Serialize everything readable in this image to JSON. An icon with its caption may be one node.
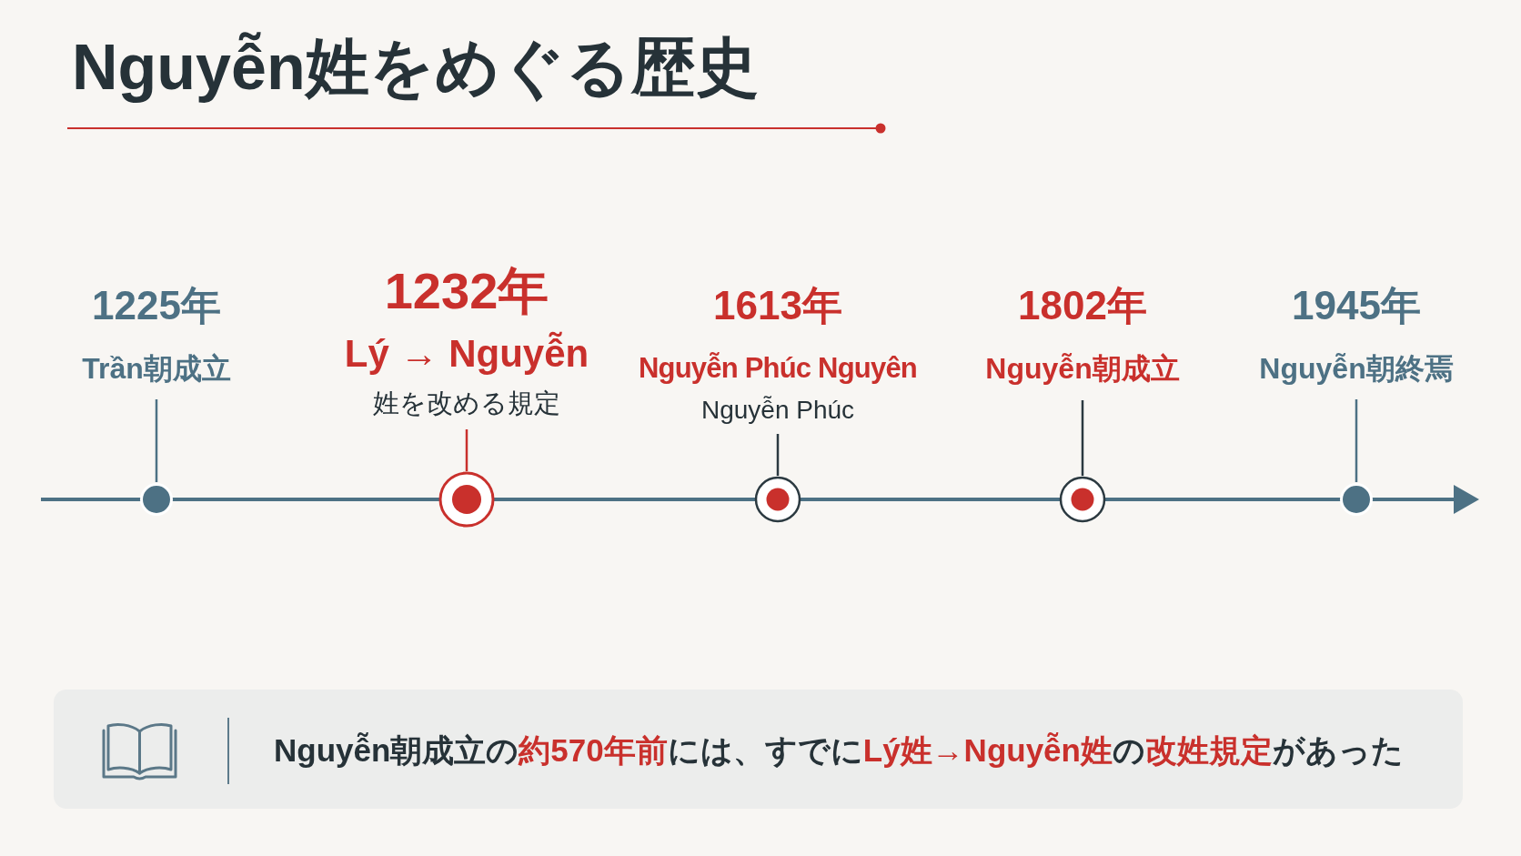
{
  "diagram": {
    "title": "Nguyễn姓をめぐる歴史",
    "nodes": [
      {
        "text": [
          "1225年",
          "Trần朝成立"
        ]
      },
      {
        "text": [],
        "shape": "circle"
      },
      {
        "text": [
          "1232年",
          "Lý → Nguyễn",
          "姓を改める規定"
        ]
      },
      {
        "text": [],
        "shape": "circle"
      },
      {
        "text": [
          "1613年",
          "Nguyễn Phúc Nguyên",
          "Nguyễn Phúc"
        ]
      },
      {
        "text": [],
        "shape": "circle"
      },
      {
        "text": [
          "1802年",
          "Nguyễn朝成立"
        ]
      },
      {
        "text": [],
        "shape": "circle"
      },
      {
        "text": [
          "1945年",
          "Nguyễn朝終焉"
        ]
      },
      {
        "text": [],
        "shape": "circle"
      },
      {
        "text": [
          "Nguyễn朝成立の**約570年前**には、すでに**Lý姓→Nguyễn姓**の**改姓規定**があった"
        ]
      }
    ],
    "edges": [
      {
        "from": 0,
        "to": 1,
        "arrow": "none"
      },
      {
        "from": 2,
        "to": 3,
        "arrow": "none",
        "color": "#c9302c"
      },
      {
        "from": 4,
        "to": 5,
        "arrow": "none",
        "color": "#2b3940"
      },
      {
        "from": 6,
        "to": 7,
        "arrow": "none",
        "color": "#2b3940"
      },
      {
        "from": 8,
        "to": 9,
        "arrow": "none"
      }
    ]
  }
}
